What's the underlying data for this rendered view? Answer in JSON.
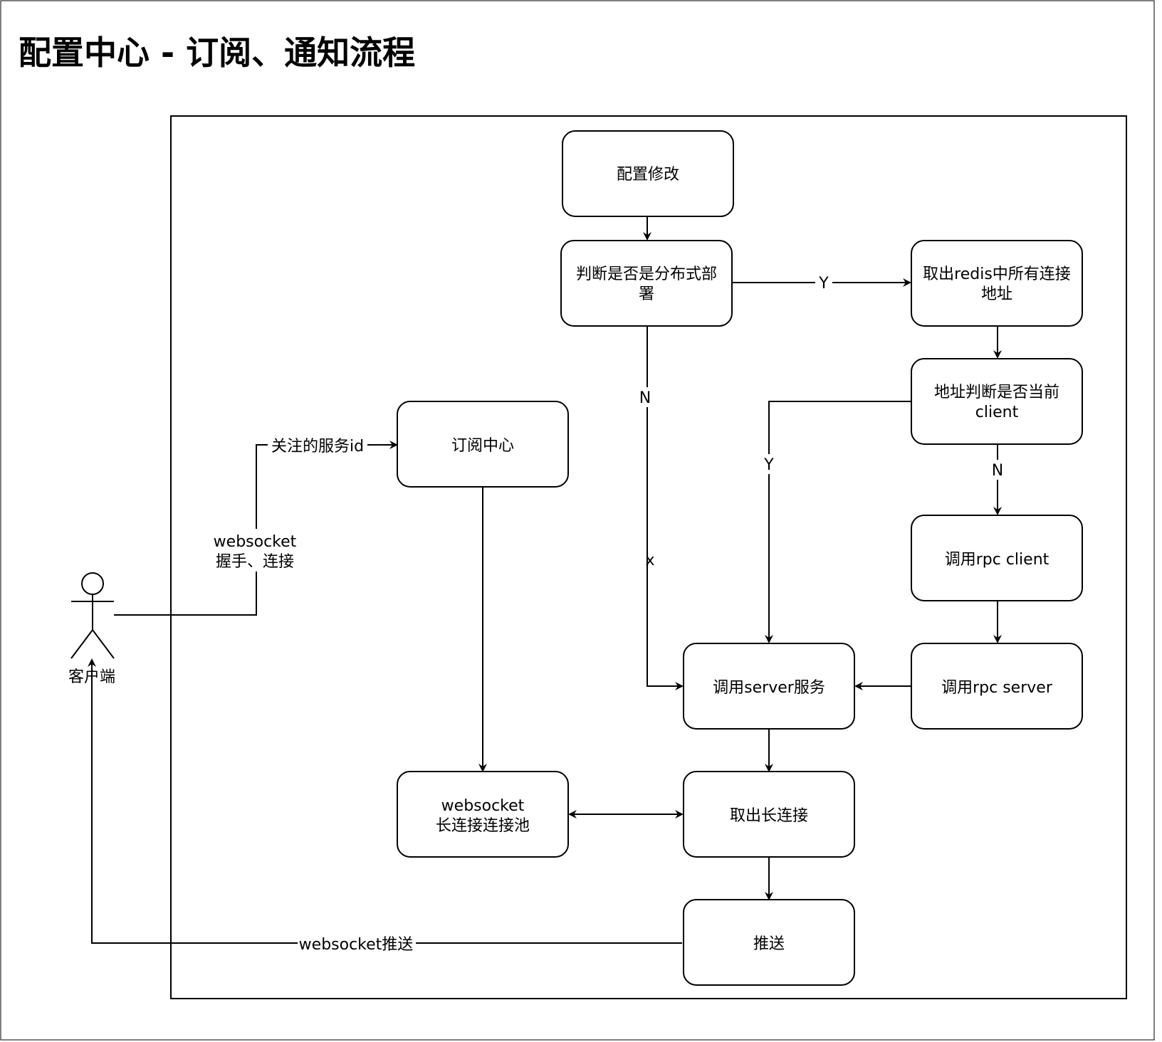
{
  "title": "配置中心 - 订阅、通知流程",
  "nodes": {
    "config_modify": "配置修改",
    "check_distributed": [
      "判断是否是分布式部",
      "署"
    ],
    "get_redis_addresses": [
      "取出redis中所有连接",
      "地址"
    ],
    "check_current_client": [
      "地址判断是否当前",
      "client"
    ],
    "call_rpc_client": "调用rpc client",
    "call_rpc_server": "调用rpc server",
    "call_server_service": "调用server服务",
    "subscription_center": "订阅中心",
    "websocket_pool": [
      "websocket",
      "长连接连接池"
    ],
    "get_long_connection": "取出长连接",
    "push": "推送",
    "client_actor": "客户端"
  },
  "edge_labels": {
    "distributed_yes": "Y",
    "distributed_no": "N",
    "no_mark": "x",
    "current_client_yes": "Y",
    "current_client_no": "N",
    "followed_service_id": "关注的服务id",
    "websocket_handshake": [
      "websocket",
      "握手、连接"
    ],
    "websocket_push": "websocket推送"
  }
}
